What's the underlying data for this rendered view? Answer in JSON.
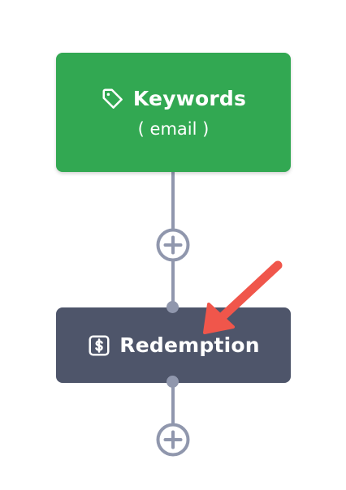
{
  "nodes": {
    "keywords": {
      "title": "Keywords",
      "subtitle": "( email )",
      "icon": "tag-icon",
      "color": "#32a852"
    },
    "redemption": {
      "title": "Redemption",
      "icon": "dollar-square-icon",
      "color": "#4e556a"
    }
  },
  "connector_color": "#9097ad",
  "annotation": {
    "icon": "arrow-icon",
    "color": "#f0564b"
  }
}
